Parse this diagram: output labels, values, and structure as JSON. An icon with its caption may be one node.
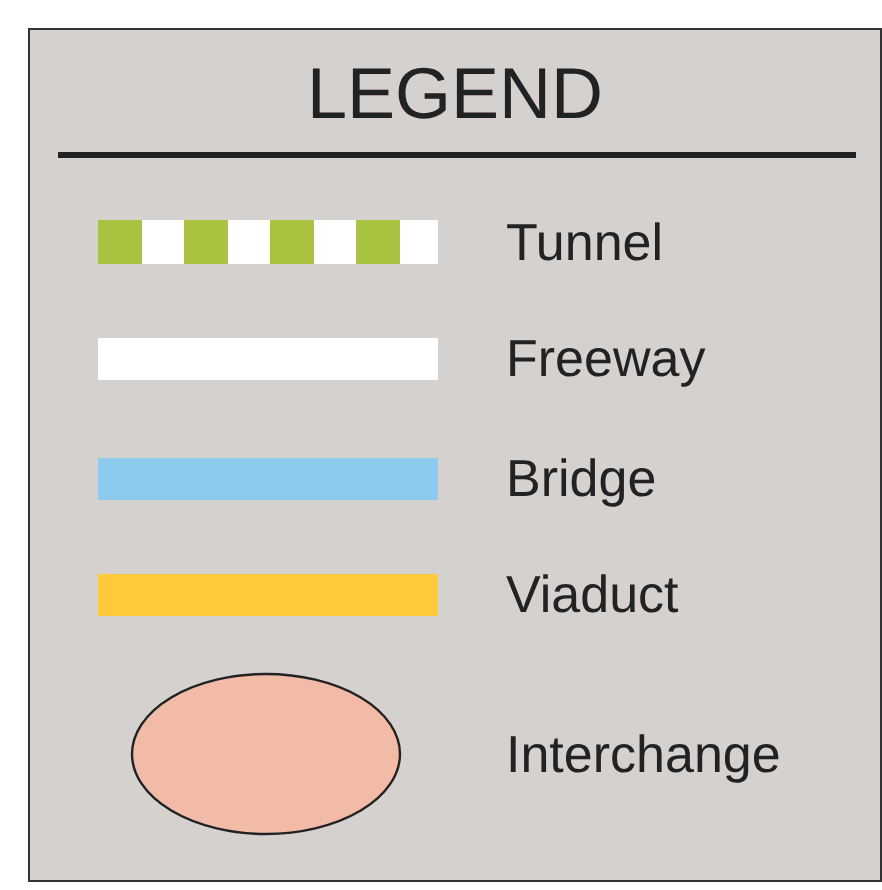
{
  "diagram": {
    "title": "LEGEND",
    "legend": [
      {
        "text": "Tunnel"
      },
      {
        "text": "Freeway",
        "color": "#ffffff"
      },
      {
        "text": "Bridge",
        "color": "#8ec9ee"
      },
      {
        "text": "Viaduct",
        "color": "#ffc93c"
      },
      {
        "text": "Interchange",
        "color": "#f2bba8"
      }
    ]
  }
}
